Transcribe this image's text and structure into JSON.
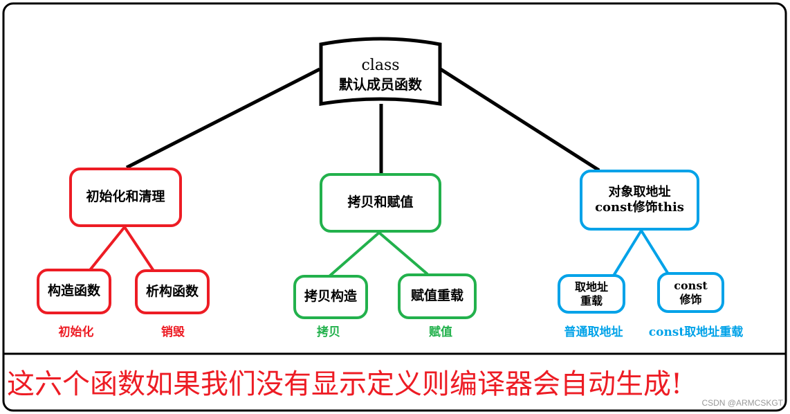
{
  "root": {
    "line1": "class",
    "line2": "默认成员函数"
  },
  "groups": [
    {
      "title": "初始化和清理",
      "color": "#ed1c24",
      "children": [
        {
          "box": "构造函数",
          "label": "初始化"
        },
        {
          "box": "析构函数",
          "label": "销毁"
        }
      ]
    },
    {
      "title": "拷贝和赋值",
      "color": "#22b14c",
      "children": [
        {
          "box": "拷贝构造",
          "label": "拷贝"
        },
        {
          "box": "赋值重载",
          "label": "赋值"
        }
      ]
    },
    {
      "title_line1": "对象取地址",
      "title_line2": "const修饰this",
      "color": "#00a2e8",
      "children": [
        {
          "box_line1": "取地址",
          "box_line2": "重载",
          "label": "普通取地址"
        },
        {
          "box_line1": "const",
          "box_line2": "修饰",
          "label": "const取地址重载"
        }
      ]
    }
  ],
  "footer": "这六个函数如果我们没有显示定义则编译器会自动生成!",
  "watermark": "CSDN @ARMCSKGT"
}
